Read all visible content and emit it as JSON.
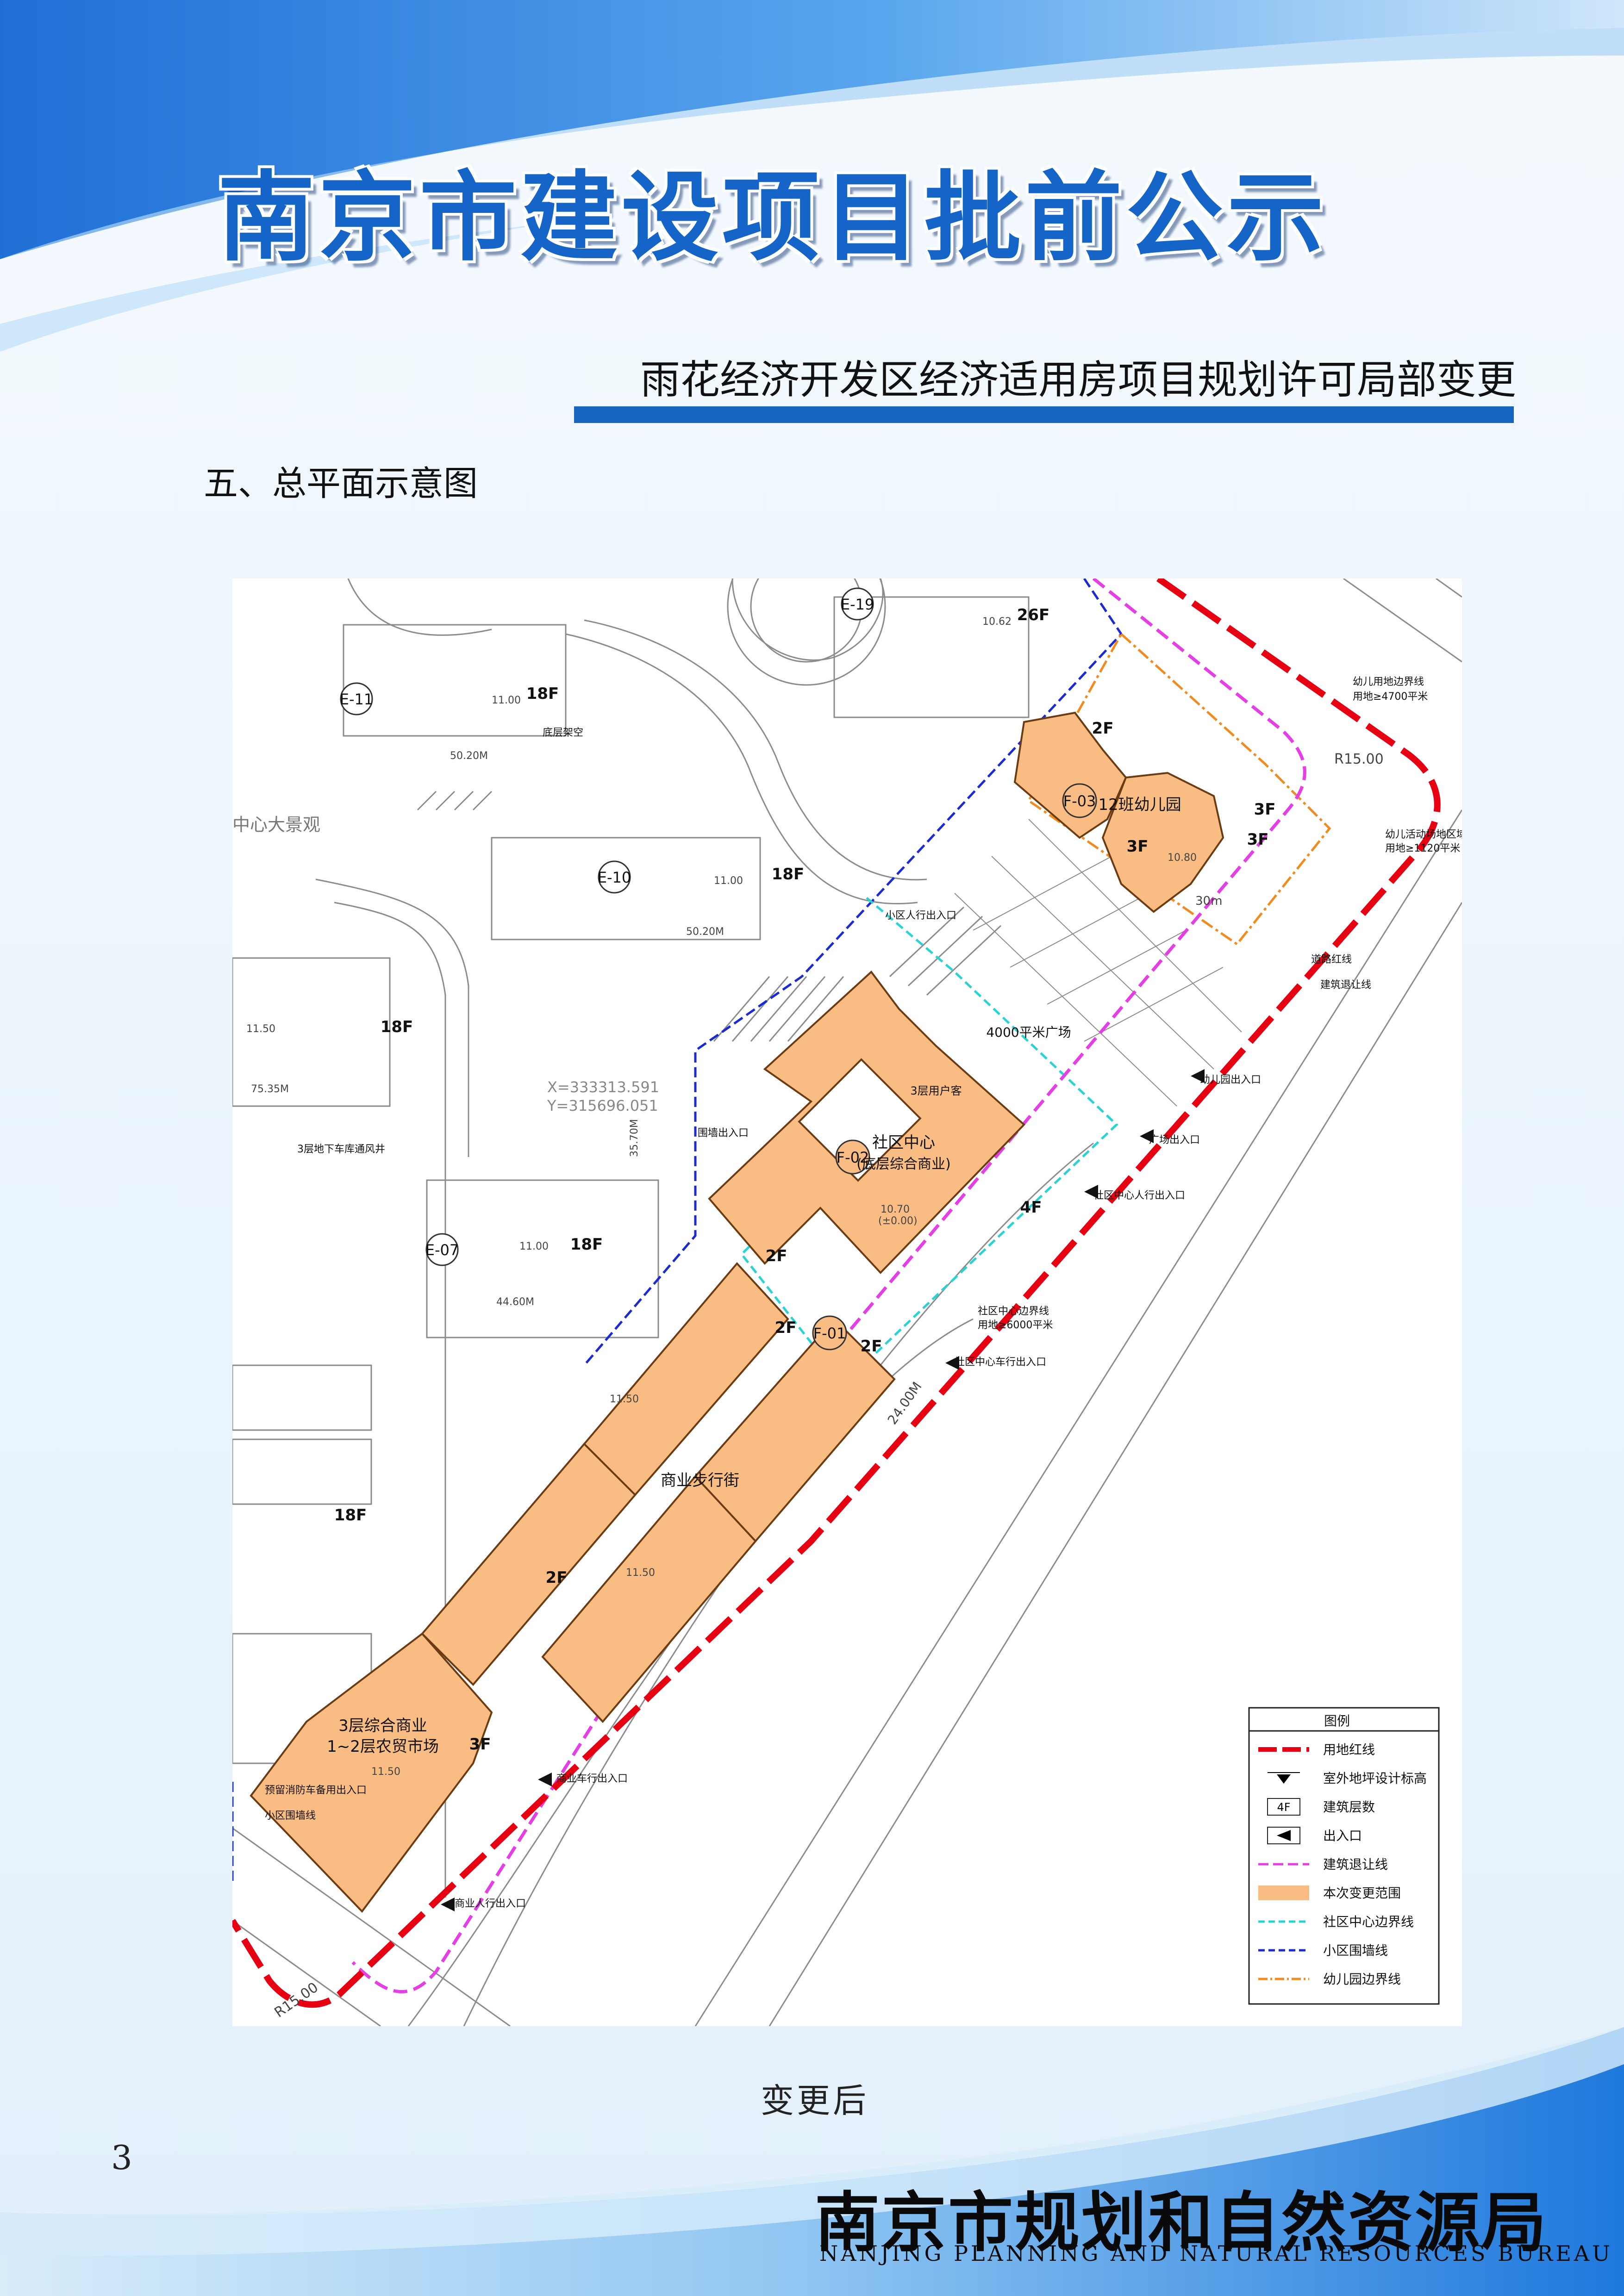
{
  "header": {
    "title": "南京市建设项目批前公示",
    "subtitle": "雨花经济开发区经济适用房项目规划许可局部变更",
    "section_heading": "五、总平面示意图"
  },
  "plan": {
    "lots": {
      "e19": "E-19",
      "e11": "E-11",
      "e10": "E-10",
      "e07": "E-07",
      "f01": "F-01",
      "f02": "F-02",
      "f03": "F-03"
    },
    "floors": {
      "e19": "26F",
      "e11": "18F",
      "e10": "18F",
      "e07": "18F",
      "w1": "18F",
      "w2": "18F",
      "f02": "4F",
      "f01_a": "2F",
      "f01_b": "2F",
      "f01_c": "2F",
      "mid": "2F",
      "market": "3F",
      "k1": "2F",
      "k2": "3F",
      "k3": "3F",
      "k4": "3F"
    },
    "area_labels": {
      "central_landscape": "中心大景观",
      "kindergarten": "12班幼儿园",
      "community_center_1": "社区中心",
      "community_center_2": "(底层综合商业)",
      "pedestrian_street": "商业步行街",
      "market_1": "3层综合商业",
      "market_2": "1~2层农贸市场",
      "plaza": "4000平米广场",
      "parking_note": "3层用户客"
    },
    "annotations": {
      "kindergarten_boundary": "幼儿用地边界线",
      "kindergarten_area": "用地≥4700平米",
      "play_area": "幼儿活动场地区域",
      "play_area_size": "用地≥1120平米",
      "road_red_line": "道路红线",
      "setback_line": "建筑退让线",
      "kindergarten_entrance": "幼儿园出入口",
      "plaza_entrance": "广场出入口",
      "community_ped_entrance": "社区中心人行出入口",
      "community_boundary": "社区中心边界线",
      "community_area": "用地≥6000平米",
      "community_vehicle_entrance": "社区中心车行出入口",
      "residential_ped_entrance": "小区人行出入口",
      "commercial_vehicle_entrance": "商业车行出入口",
      "commercial_ped_entrance": "商业人行出入口",
      "fire_access": "预留消防车备用出入口",
      "residential_wall": "小区围墙线",
      "underground_garage": "3层地下车库通风井",
      "ground_floor_open": "底层架空",
      "fence_a": "围墙出入口"
    },
    "dims": {
      "d1": "50.20M",
      "d2": "50.20M",
      "d3": "75.35M",
      "d4": "44.60M",
      "d5": "24.00M",
      "d6": "R15.00",
      "d7": "R15.00",
      "d8": "30m",
      "d9": "35.70M",
      "elev1": "11.00",
      "elev2": "11.00",
      "elev3": "11.00",
      "elev4": "11.50",
      "elev5": "11.50",
      "elev6": "11.50",
      "elev7": "10.70",
      "elev8": "10.80",
      "elev9": "10.62",
      "elev10": "11.50",
      "zero": "(±0.00)"
    },
    "coords": {
      "c1": "X=333313.591",
      "c2": "Y=315696.051"
    },
    "legend": {
      "title": "图例",
      "items": [
        {
          "label": "用地红线",
          "kind": "line",
          "color": "#e60012",
          "dash": "long"
        },
        {
          "label": "室外地坪设计标高",
          "kind": "elev",
          "color": "#000000"
        },
        {
          "label": "建筑层数",
          "kind": "floor",
          "color": "#000000",
          "sample": "4F"
        },
        {
          "label": "出入口",
          "kind": "entry",
          "color": "#000000"
        },
        {
          "label": "建筑退让线",
          "kind": "line",
          "color": "#e43ee4",
          "dash": "mid"
        },
        {
          "label": "本次变更范围",
          "kind": "fill",
          "color": "#f9bd84"
        },
        {
          "label": "社区中心边界线",
          "kind": "line",
          "color": "#2ad3d3",
          "dash": "short"
        },
        {
          "label": "小区围墙线",
          "kind": "line",
          "color": "#1b2bd0",
          "dash": "short"
        },
        {
          "label": "幼儿园边界线",
          "kind": "line",
          "color": "#f28a1e",
          "dash": "dotdash"
        }
      ]
    }
  },
  "caption": "变更后",
  "page_number": "3",
  "footer": {
    "org": "南京市规划和自然资源局",
    "org_en": "NANJING PLANNING AND NATURAL RESOURCES BUREAU"
  },
  "colors": {
    "title_blue": "#1565c9",
    "bar_blue": "#1565c0",
    "change_fill": "#f9bd84",
    "red_line": "#e60012",
    "setback": "#e43ee4"
  }
}
